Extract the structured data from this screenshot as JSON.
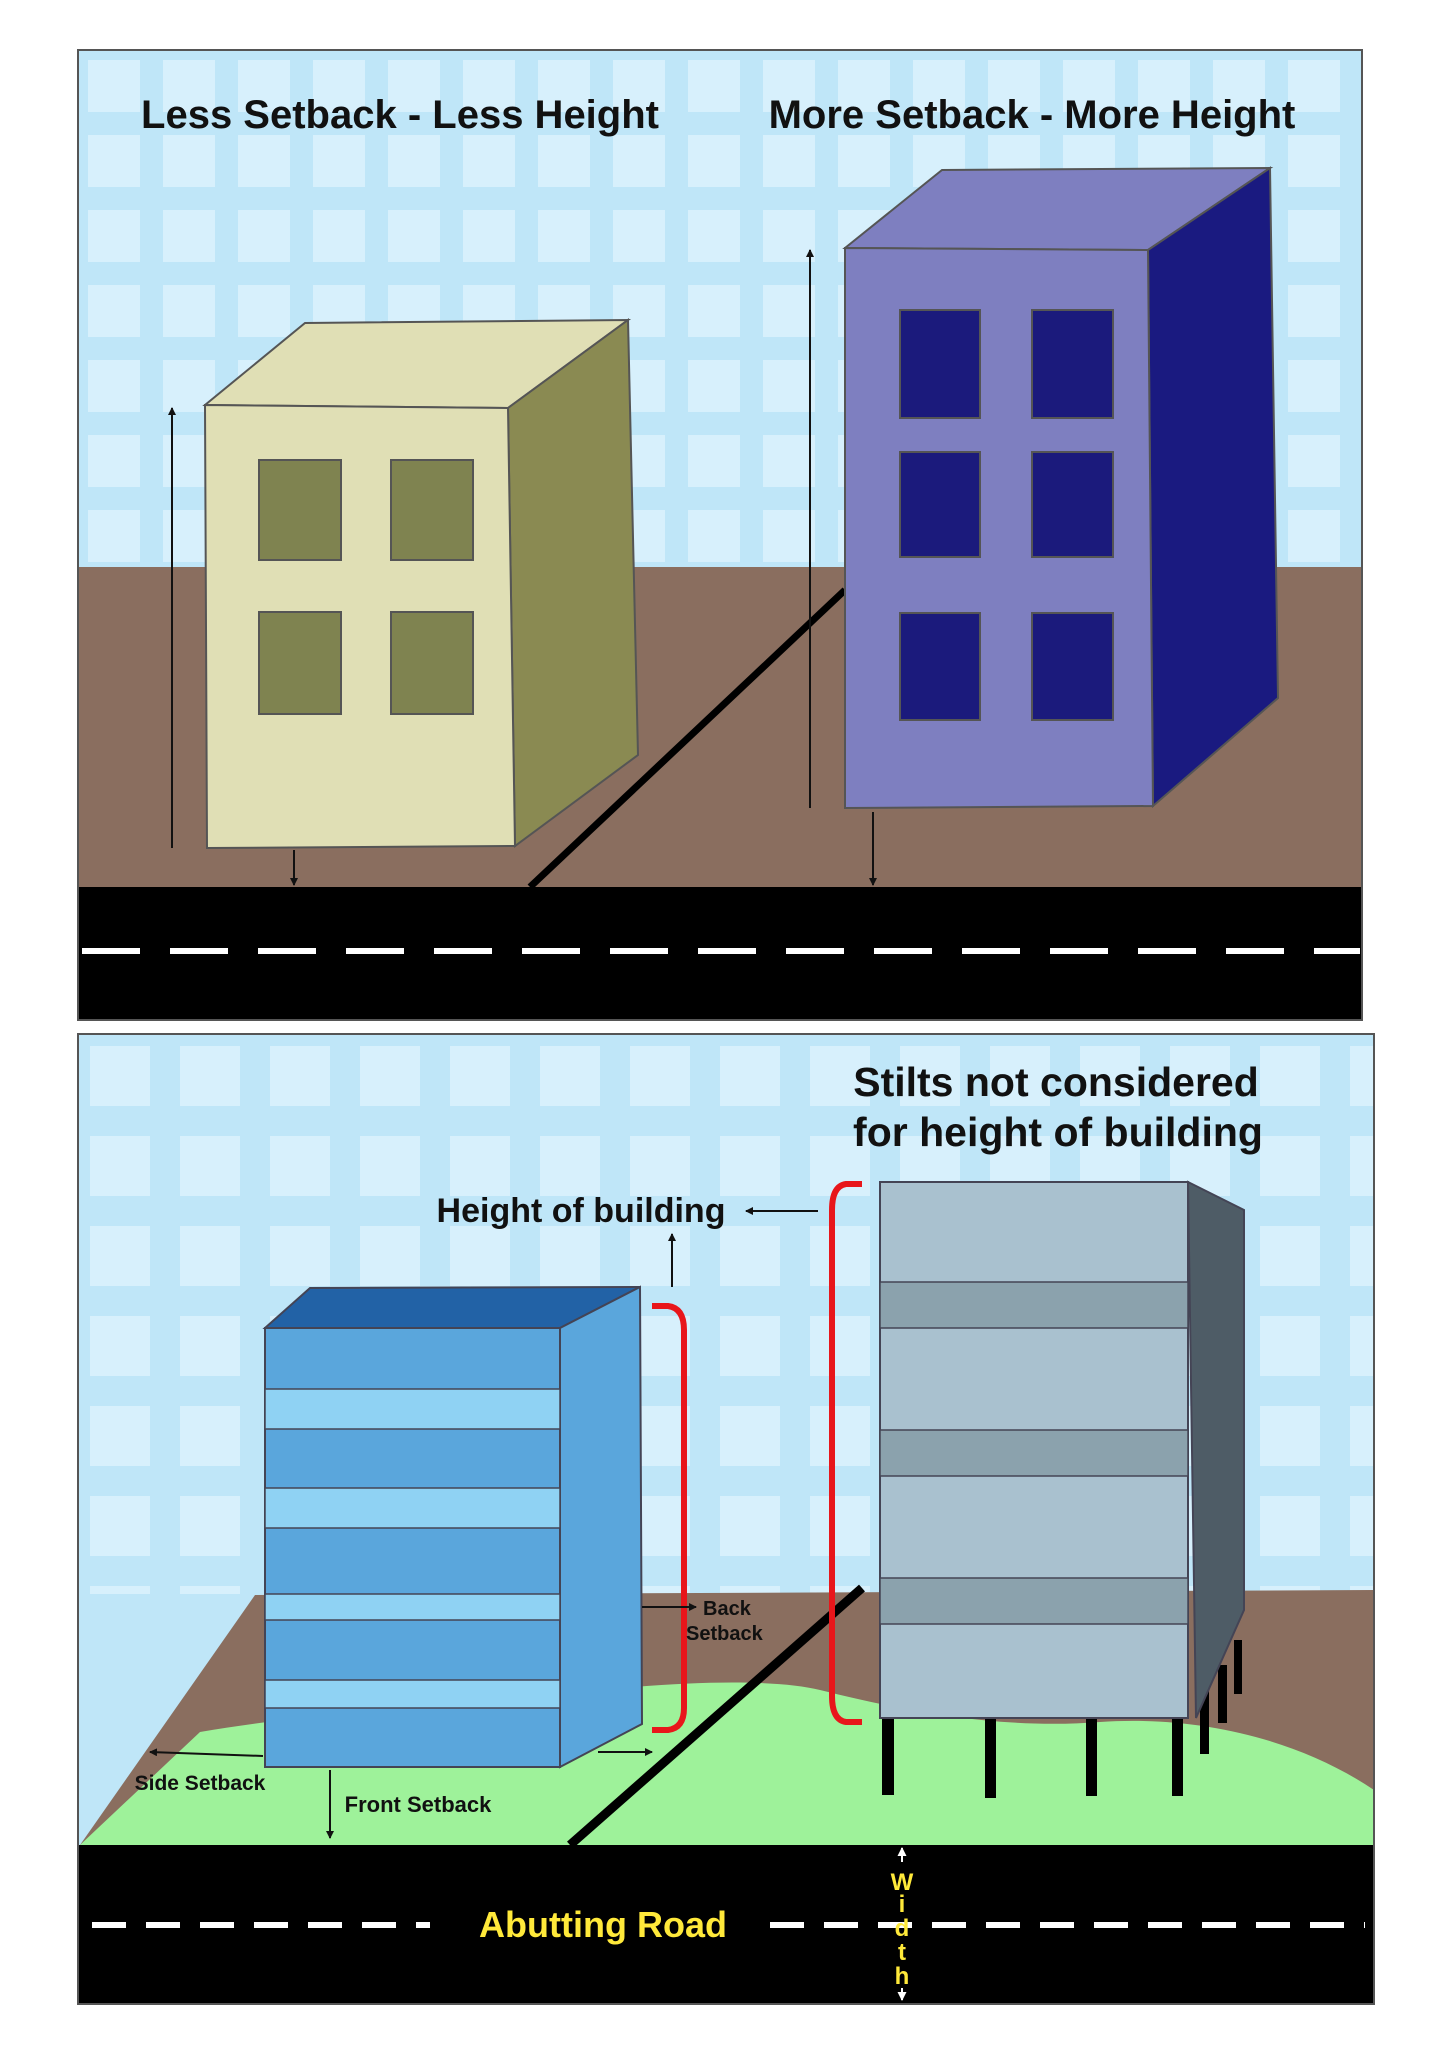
{
  "top_panel": {
    "left_title": "Less Setback - Less Height",
    "right_title": "More Setback - More Height"
  },
  "bottom_panel": {
    "stilts_note_line1": "Stilts not considered",
    "stilts_note_line2": "for height of building",
    "height_label": "Height of building",
    "back_setback_line1": "Back",
    "back_setback_line2": "Setback",
    "side_setback": "Side Setback",
    "front_setback": "Front Setback",
    "road_label": "Abutting Road",
    "width_label": [
      "W",
      "i",
      "d",
      "t",
      "h"
    ]
  },
  "colors": {
    "sky": "#bfe6f8",
    "sky_tile": "#d7f0fc",
    "ground": "#8a6e5f",
    "road": "#000000",
    "lawn": "#9ef29a",
    "beige_front": "#e0dfb5",
    "beige_side": "#8a8a52",
    "olive_window": "#7f8350",
    "purple_front": "#7e7fc0",
    "purple_side": "#1a1a80",
    "navy_window": "#1b1a7c",
    "blue_front": "#5aa6dc",
    "blue_band": "#8fd2f3",
    "blue_top": "#2262a6",
    "grey_front": "#a9c1cf",
    "grey_band": "#8ba2ad",
    "grey_side": "#4e5c66",
    "red_bracket": "#e8161b",
    "road_label": "#ffe93a"
  }
}
